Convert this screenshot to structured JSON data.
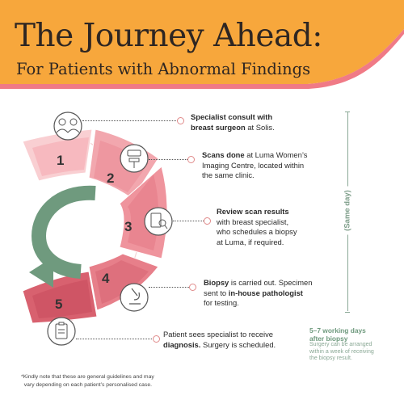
{
  "header": {
    "title": "The Journey Ahead:",
    "subtitle": "For Patients with Abnormal Findings"
  },
  "steps": [
    {
      "number": "1",
      "icon": "doctor-patient-icon",
      "bold1": "Specialist consult with",
      "bold2": "breast surgeon",
      "text": " at Solis."
    },
    {
      "number": "2",
      "icon": "mammogram-machine-icon",
      "bold1": "Scans done",
      "text1": " at Luma Women’s",
      "text2": "Imaging Centre, located within",
      "text3": "the same clinic."
    },
    {
      "number": "3",
      "icon": "scan-report-icon",
      "bold1": "Review scan results",
      "text1": "with breast specialist,",
      "text2": "who schedules a biopsy",
      "text3": "at Luma, if required."
    },
    {
      "number": "4",
      "icon": "microscope-icon",
      "bold1": "Biopsy",
      "text1": " is carried out. Specimen",
      "text2": "sent to ",
      "bold2": "in-house pathologist",
      "text3": "for testing."
    },
    {
      "number": "5",
      "icon": "clipboard-icon",
      "text1": "Patient sees specialist to receive",
      "bold1": "diagnosis.",
      "text2": " Surgery is scheduled."
    }
  ],
  "timeline": {
    "same_day": "(Same day)",
    "wait_title_1": "5–7 working days",
    "wait_title_2": "after biopsy",
    "wait_note_1": "Surgery can be arranged",
    "wait_note_2": "within a week of receiving",
    "wait_note_3": "the biopsy result."
  },
  "footnote": {
    "line1": "*Kindly note that these are general guidelines and may",
    "line2": "vary depending on each patient’s personalised case."
  },
  "colors": {
    "header_bg": "#f7a73c",
    "header_stripe": "#f07a86",
    "segment_1": "#f9cfd2",
    "segment_2": "#f2a7ae",
    "segment_3": "#ef949d",
    "segment_4": "#e77f8a",
    "segment_5": "#d8616f",
    "arrow": "#6f9a7e",
    "accent_line": "#f6d4d6"
  }
}
